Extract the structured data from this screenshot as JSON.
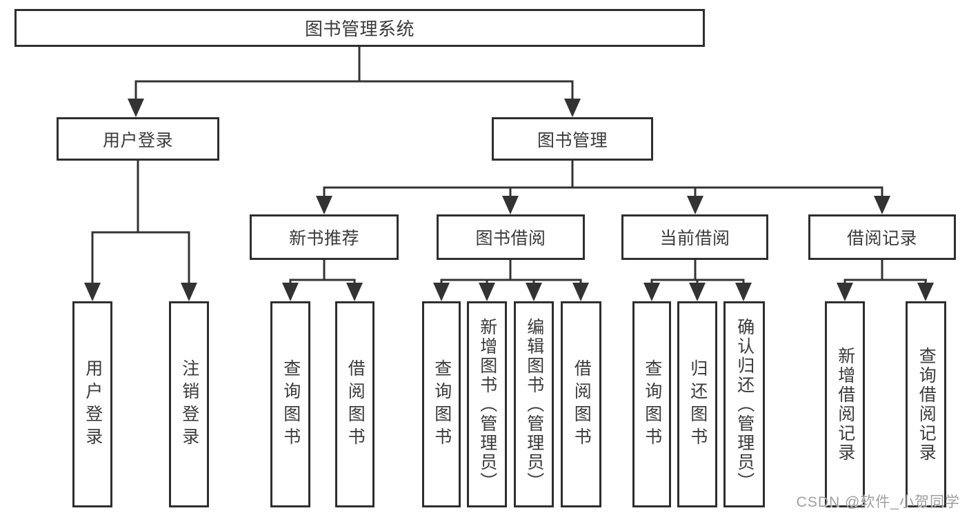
{
  "diagram": {
    "root": {
      "label": "图书管理系统"
    },
    "level1": [
      {
        "label": "用户登录"
      },
      {
        "label": "图书管理"
      }
    ],
    "level2": [
      {
        "label": "新书推荐"
      },
      {
        "label": "图书借阅"
      },
      {
        "label": "当前借阅"
      },
      {
        "label": "借阅记录"
      }
    ],
    "leaves": [
      {
        "label": "用户登录"
      },
      {
        "label": "注销登录"
      },
      {
        "label": "查询图书"
      },
      {
        "label": "借阅图书"
      },
      {
        "label": "查询图书"
      },
      {
        "label": "新增图书（管理员）"
      },
      {
        "label": "编辑图书（管理员）"
      },
      {
        "label": "借阅图书"
      },
      {
        "label": "查询图书"
      },
      {
        "label": "归还图书"
      },
      {
        "label": "确认归还（管理员）"
      },
      {
        "label": "新增借阅记录"
      },
      {
        "label": "查询借阅记录"
      }
    ],
    "watermark": "CSDN @软件_小贺同学"
  },
  "colors": {
    "background": "#ffffff",
    "box_border": "#2e2e2e",
    "connector_line": "#333333",
    "text": "#3a3a3a",
    "watermark": "#949494"
  }
}
